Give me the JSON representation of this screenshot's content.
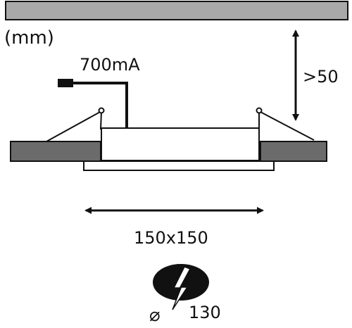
{
  "labels": {
    "unit": "(mm)",
    "current": "700mA",
    "clearance": ">50",
    "size": "150x150",
    "cutout_symbol": "⌀",
    "cutout_value": "130"
  },
  "colors": {
    "ceiling": "#a9a9a9",
    "ceiling_board": "#6b6b6b",
    "line": "#111111",
    "fill": "#ffffff"
  },
  "icons": [
    "cutout-saw-icon",
    "lightning-icon"
  ]
}
